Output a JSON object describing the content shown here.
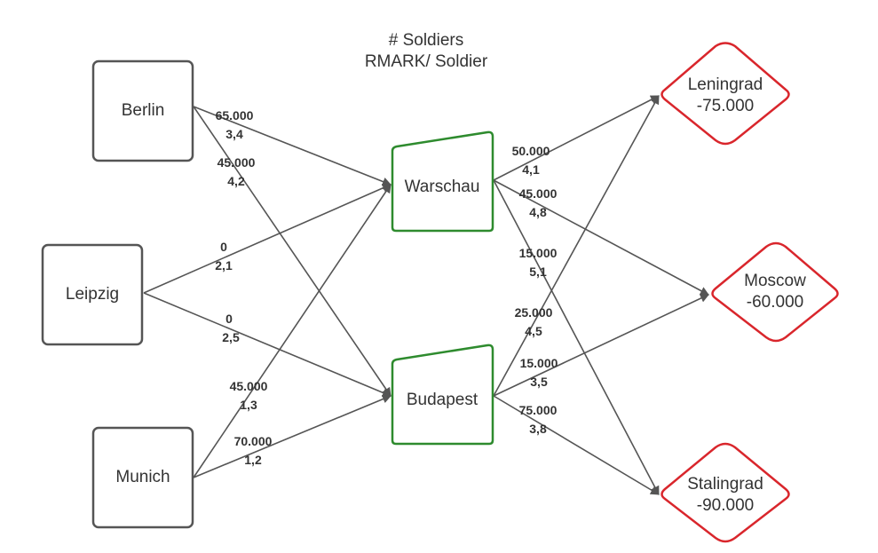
{
  "legend": {
    "line1": "# Soldiers",
    "line2": "RMARK/ Soldier"
  },
  "colors": {
    "source_stroke": "#555555",
    "transit_stroke": "#2e8b2e",
    "sink_stroke": "#d9262c",
    "edge_stroke": "#555555",
    "text": "#333333"
  },
  "nodes": {
    "berlin": {
      "name": "Berlin"
    },
    "leipzig": {
      "name": "Leipzig"
    },
    "munich": {
      "name": "Munich"
    },
    "warschau": {
      "name": "Warschau"
    },
    "budapest": {
      "name": "Budapest"
    },
    "leningrad": {
      "name": "Leningrad",
      "demand": "-75.000"
    },
    "moscow": {
      "name": "Moscow",
      "demand": "-60.000"
    },
    "stalingrad": {
      "name": "Stalingrad",
      "demand": "-90.000"
    }
  },
  "edges": [
    {
      "from": "Berlin",
      "to": "Warschau",
      "soldiers": "65.000",
      "cost": "3,4"
    },
    {
      "from": "Berlin",
      "to": "Budapest",
      "soldiers": "45.000",
      "cost": "4,2"
    },
    {
      "from": "Leipzig",
      "to": "Warschau",
      "soldiers": "0",
      "cost": "2,1"
    },
    {
      "from": "Leipzig",
      "to": "Budapest",
      "soldiers": "0",
      "cost": "2,5"
    },
    {
      "from": "Munich",
      "to": "Warschau",
      "soldiers": "45.000",
      "cost": "1,3"
    },
    {
      "from": "Munich",
      "to": "Budapest",
      "soldiers": "70.000",
      "cost": "1,2"
    },
    {
      "from": "Warschau",
      "to": "Leningrad",
      "soldiers": "50.000",
      "cost": "4,1"
    },
    {
      "from": "Warschau",
      "to": "Moscow",
      "soldiers": "45.000",
      "cost": "4,8"
    },
    {
      "from": "Warschau",
      "to": "Stalingrad",
      "soldiers": "15.000",
      "cost": "5,1"
    },
    {
      "from": "Budapest",
      "to": "Leningrad",
      "soldiers": "25.000",
      "cost": "4,5"
    },
    {
      "from": "Budapest",
      "to": "Moscow",
      "soldiers": "15.000",
      "cost": "3,5"
    },
    {
      "from": "Budapest",
      "to": "Stalingrad",
      "soldiers": "75.000",
      "cost": "3,8"
    }
  ]
}
